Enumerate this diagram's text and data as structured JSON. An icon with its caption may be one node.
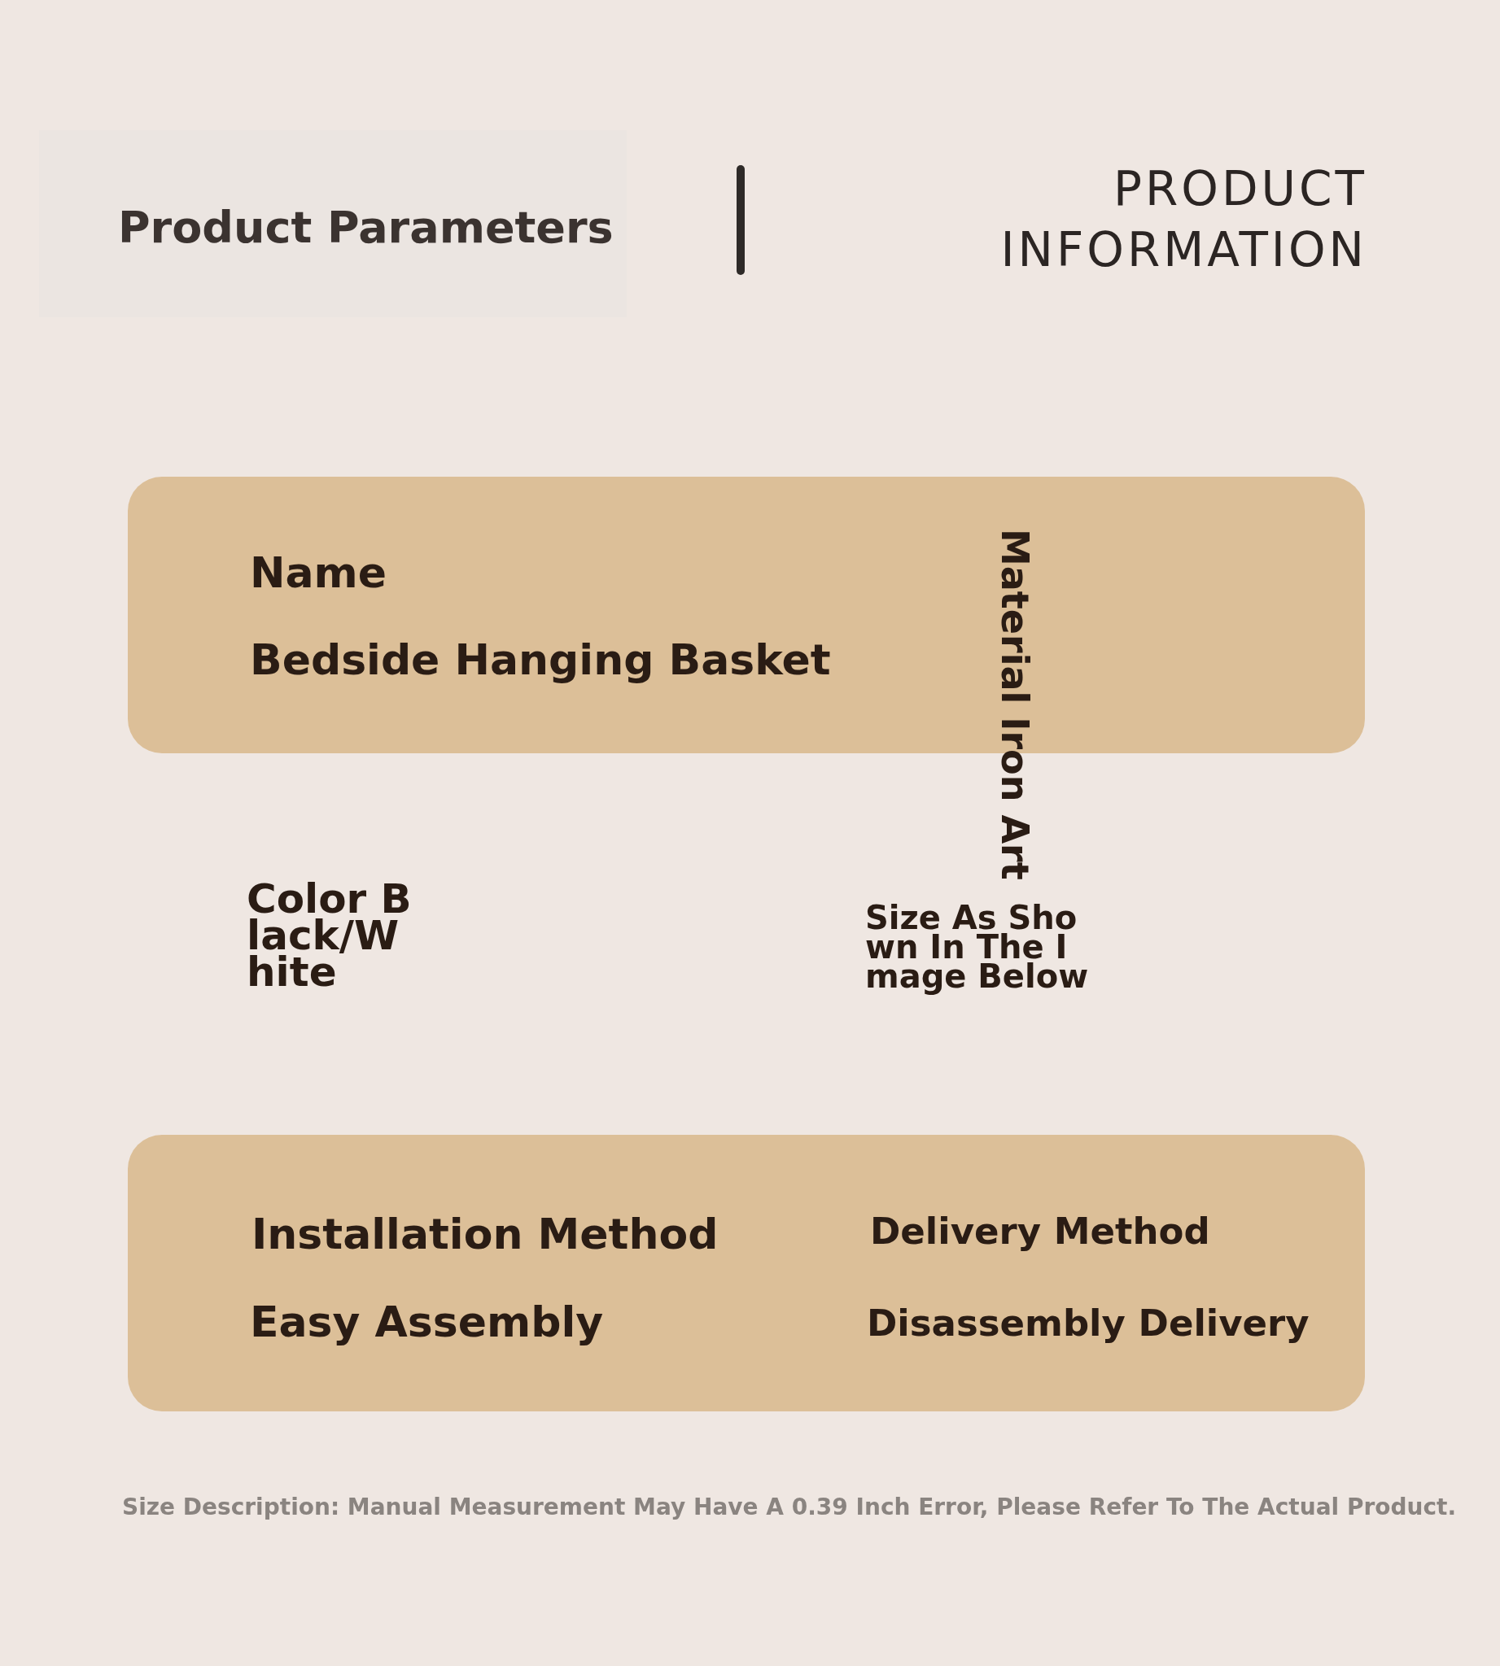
{
  "diagram": {
    "title": "Product Parameters",
    "nodes": [
      {
        "text": [
          "Name",
          "Bedside Hanging Basket"
        ]
      },
      {
        "text": [
          "Installation Method",
          "Easy Assembly",
          "Delivery Method",
          "Disassembly Delivery"
        ]
      }
    ],
    "labels": [
      "PRODUCT INFORMATION",
      "Material Iron Art",
      "Color B lack/W hite",
      "Size As Sho wn In The I mage Below"
    ],
    "caption": "Size Description: Manual Measurement May Have A 0.39 Inch Error, Please Refer To The Actual Product."
  }
}
